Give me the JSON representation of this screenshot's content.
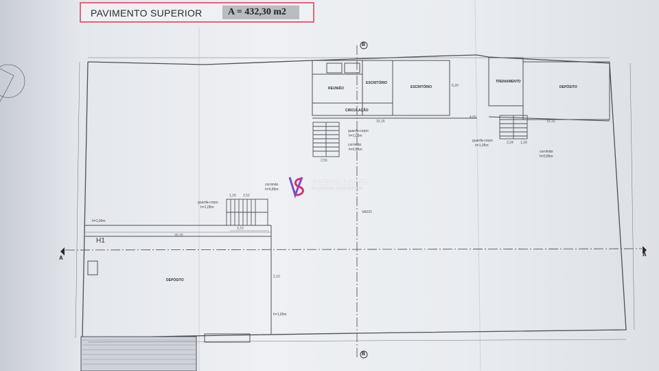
{
  "title": {
    "label": "PAVIMENTO SUPERIOR",
    "area": "A = 432,30 m2"
  },
  "watermark": {
    "name": "VANESSA E SOUZA",
    "subtitle": "Negócios Imobiliários"
  },
  "rooms": {
    "reuniao": "REUNIÃO",
    "escritorio1": "ESCRITÓRIO",
    "escritorio2": "ESCRITÓRIO",
    "circulacao": "CIRCULAÇÃO",
    "treinamento": "TREINAMENTO",
    "deposito_top": "DEPÓSITO",
    "deposito_bottom": "DEPÓSITO",
    "vazio": "VAZIO"
  },
  "labels": {
    "guarda_corpo_1": "guarda-corpo",
    "guarda_corpo_1_h": "h=1,05m",
    "corrimao_1": "corrimão",
    "corrimao_1_h": "h=0,85m",
    "guarda_corpo_2": "guarda-corpo",
    "guarda_corpo_2_h": "h=1,05m",
    "corrimao_2": "corrimão",
    "corrimao_2_h": "h=0,85m",
    "guarda_corpo_3": "guarda-corpo",
    "guarda_corpo_3_h": "h=1,05m",
    "corrimao_3": "corrimão",
    "corrimao_3_h": "h=0,85m",
    "h_left": "h=1,00m",
    "h_bottom": "h=1,00m",
    "h1": "H1",
    "section_a_left": "A",
    "section_a_right": "A",
    "section_b_top": "B",
    "section_b_bottom": "B"
  },
  "dimensions": {
    "d1": "15,15",
    "d2": "15,15",
    "d3": "20,20",
    "d4": "3,72",
    "d5": "2,55",
    "d6": "1,20",
    "d7": "2,52",
    "d8": "2,24",
    "d9": "1,20",
    "d10": "4,65",
    "d11": "5,20",
    "d12": "2,10"
  },
  "colors": {
    "line": "#5a5e66",
    "title_border": "#d66a78",
    "area_fill": "#b9bcc1",
    "logo_a": "#d0337a",
    "logo_b": "#7a4fc0"
  }
}
